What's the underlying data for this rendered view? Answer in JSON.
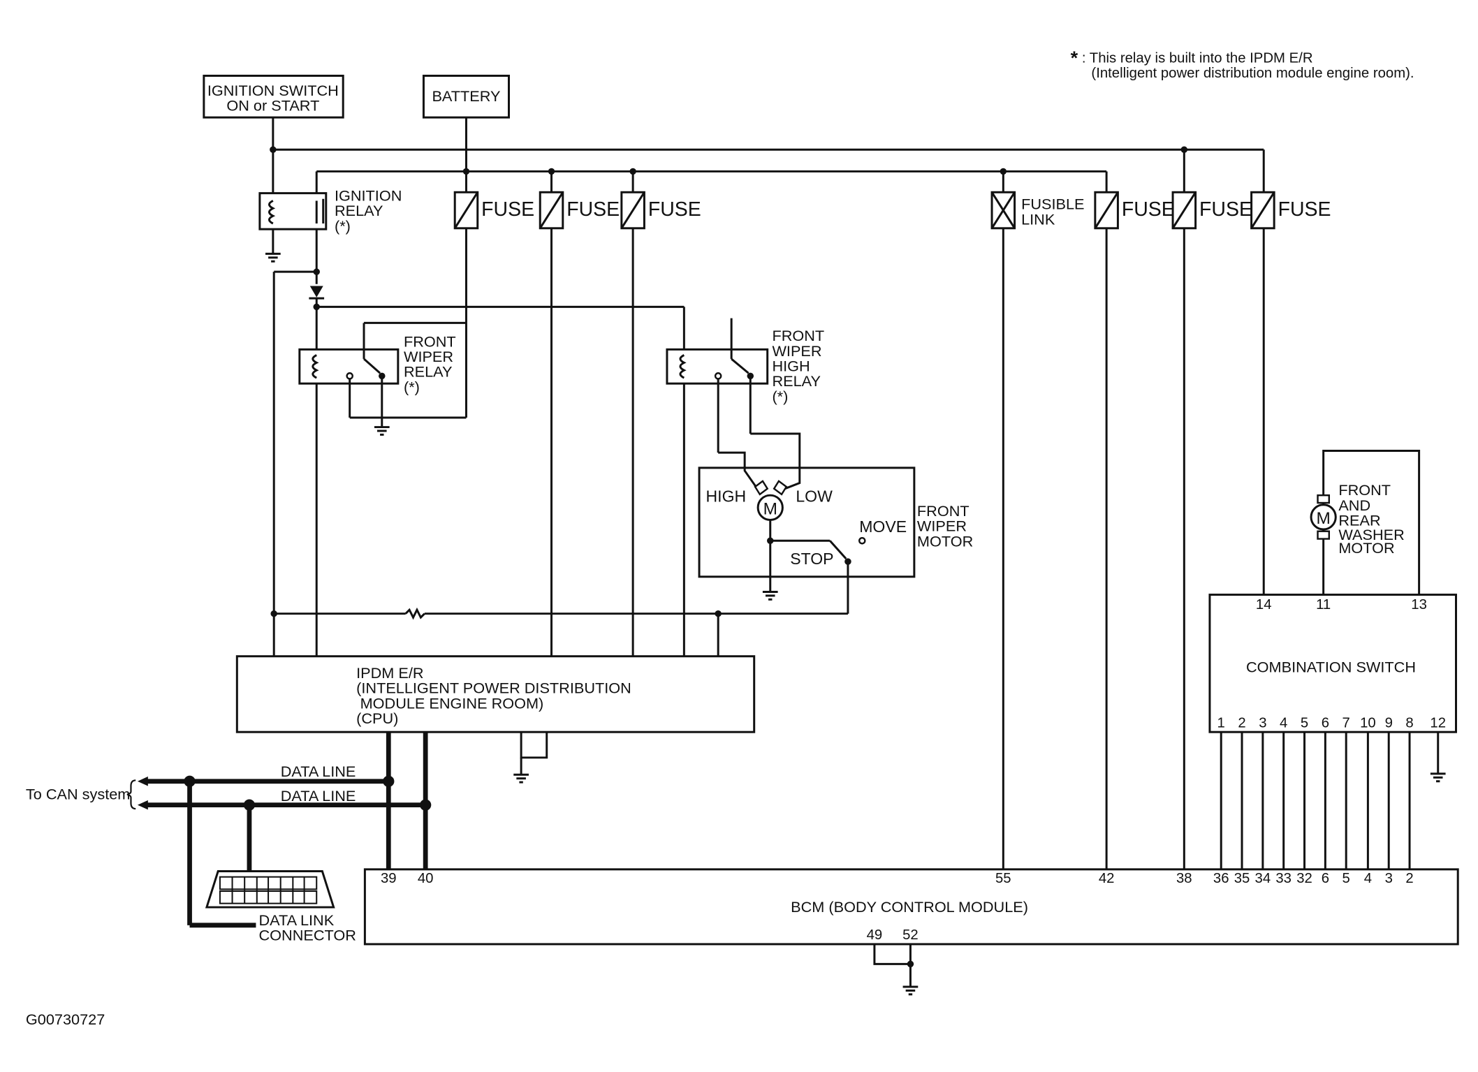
{
  "note": {
    "asterisk": "*",
    "line1": ": This relay is built into the IPDM E/R",
    "line2": "(Intelligent power distribution module engine room)."
  },
  "sources": {
    "ignition_line1": "IGNITION SWITCH",
    "ignition_line2": "ON or START",
    "battery": "BATTERY"
  },
  "fuse_label": "FUSE",
  "fusible_link": {
    "line1": "FUSIBLE",
    "line2": "LINK"
  },
  "ignition_relay": {
    "line1": "IGNITION",
    "line2": "RELAY",
    "line3": "(*)"
  },
  "front_wiper_relay": {
    "line1": "FRONT",
    "line2": "WIPER",
    "line3": "RELAY",
    "line4": "(*)"
  },
  "front_wiper_high_relay": {
    "line1": "FRONT",
    "line2": "WIPER",
    "line3": "HIGH",
    "line4": "RELAY",
    "line5": "(*)"
  },
  "wiper_motor": {
    "high": "HIGH",
    "low": "LOW",
    "m": "M",
    "move": "MOVE",
    "stop": "STOP",
    "line1": "FRONT",
    "line2": "WIPER",
    "line3": "MOTOR"
  },
  "washer_motor": {
    "m": "M",
    "line1": "FRONT",
    "line2": "AND",
    "line3": "REAR",
    "line4": "WASHER",
    "line5": "MOTOR"
  },
  "ipdm": {
    "line1": "IPDM E/R",
    "line2": "(INTELLIGENT POWER DISTRIBUTION",
    "line3": "MODULE ENGINE ROOM)",
    "line4": "(CPU)"
  },
  "combination_switch": {
    "title": "COMBINATION SWITCH",
    "top_pins": [
      "14",
      "11",
      "13"
    ],
    "bottom_pins": [
      "1",
      "2",
      "3",
      "4",
      "5",
      "6",
      "7",
      "10",
      "9",
      "8",
      "12"
    ]
  },
  "bcm": {
    "title": "BCM (BODY CONTROL MODULE)",
    "top_pins": [
      "39",
      "40",
      "55",
      "42",
      "38",
      "36",
      "35",
      "34",
      "33",
      "32",
      "6",
      "5",
      "4",
      "3",
      "2"
    ],
    "bottom_pins": [
      "49",
      "52"
    ]
  },
  "can": {
    "label": "To CAN system",
    "data_line": "DATA LINE"
  },
  "dlc": {
    "line1": "DATA LINK",
    "line2": "CONNECTOR"
  },
  "figure_id": "G00730727"
}
